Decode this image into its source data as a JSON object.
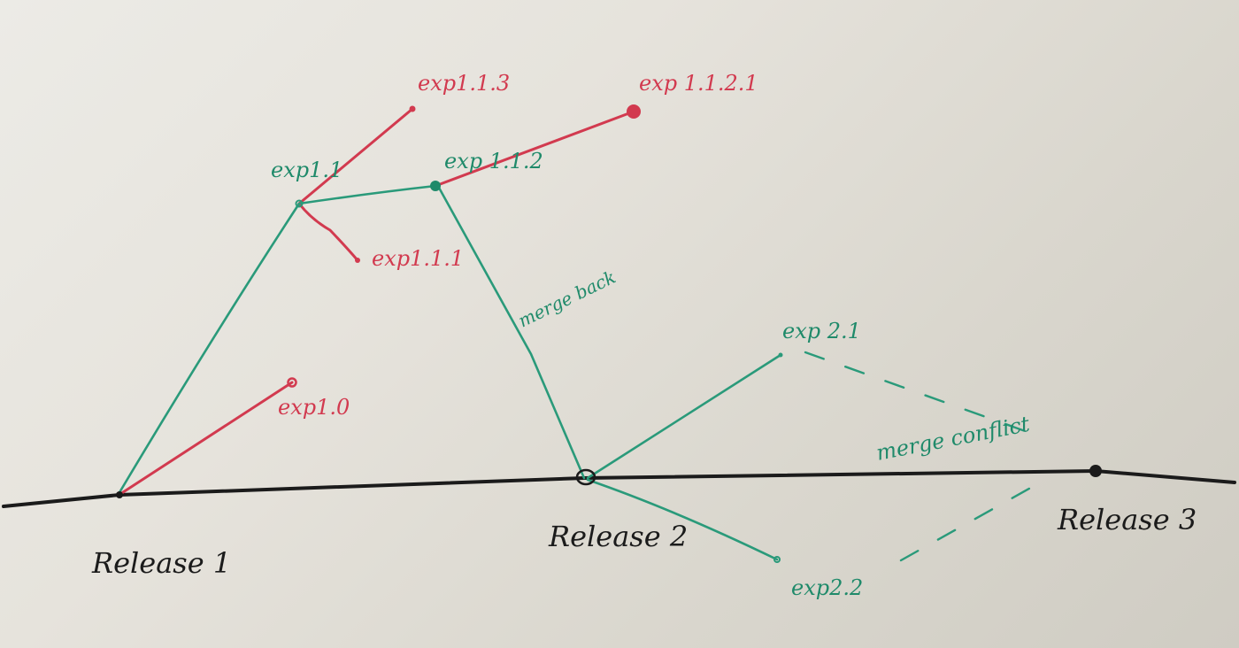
{
  "colors": {
    "mainline": "#1b1b1b",
    "experiment": "#d23a4f",
    "merged_branch": "#1f8a6a"
  },
  "labels": {
    "release1": "Release 1",
    "release2": "Release 2",
    "release3": "Release 3",
    "exp10": "exp1.0",
    "exp11": "exp1.1",
    "exp111": "exp1.1.1",
    "exp112": "exp 1.1.2",
    "exp113": "exp1.1.3",
    "exp1121": "exp 1.1.2.1",
    "exp21": "exp 2.1",
    "exp22": "exp2.2",
    "merge_back": "merge back",
    "merge_conflict": "merge conflict"
  }
}
